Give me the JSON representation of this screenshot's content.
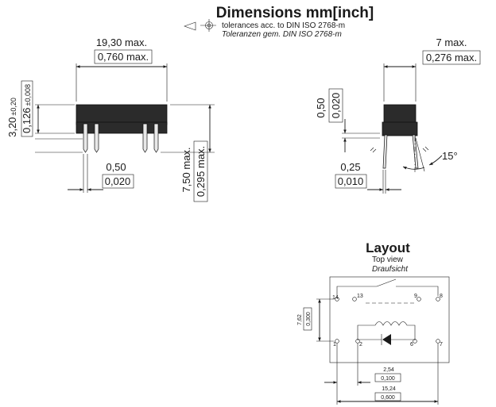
{
  "header": {
    "title": "Dimensions mm[inch]",
    "tolerance_en": "tolerances acc. to DIN ISO 2768-m",
    "tolerance_de": "Toleranzen gem. DIN ISO 2768-m"
  },
  "front_view": {
    "length": "19,30 max.",
    "length_inch": "0,760 max.",
    "height": "3,20",
    "height_tol": "±0,20",
    "height_inch": "0,126",
    "height_inch_tol": "±0,008",
    "pin_width": "0,50",
    "pin_width_inch": "0,020",
    "total_height": "7,50 max.",
    "total_height_inch": "0,295 max."
  },
  "side_view": {
    "width": "7 max.",
    "width_inch": "0,276 max.",
    "standoff": "0,50",
    "standoff_inch": "0,020",
    "pin_thickness": "0,25",
    "pin_thickness_inch": "0,010",
    "angle": "15°"
  },
  "layout": {
    "title": "Layout",
    "view_en": "Top view",
    "view_de": "Draufsicht",
    "row_spacing": "7,62",
    "row_spacing_inch": "0,300",
    "pitch": "2,54",
    "pitch_inch": "0,100",
    "span": "15,24",
    "span_inch": "0,600",
    "pins": [
      "14",
      "13",
      "9",
      "8",
      "1",
      "2",
      "6",
      "7"
    ]
  }
}
